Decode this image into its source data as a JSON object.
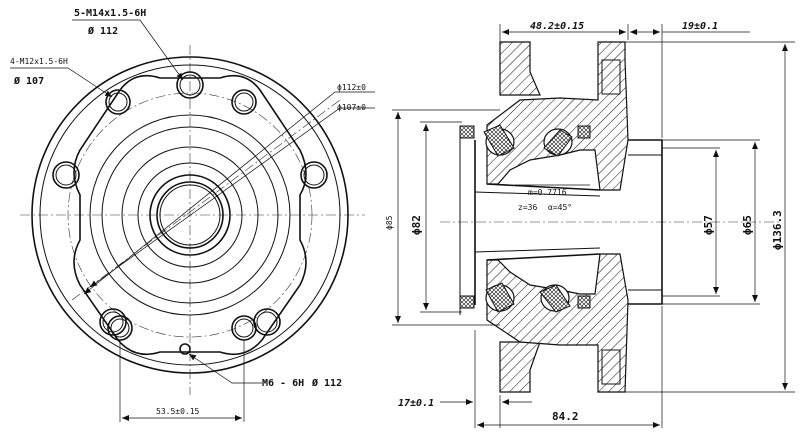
{
  "front_view": {
    "label_m14": "5-M14x1.5-6H",
    "label_d112_top": "Ø 112",
    "label_m12": "4-M12x1.5-6H",
    "label_d107": "Ø 107",
    "label_phi112": "ϕ112±0",
    "label_phi107": "ϕ107±0",
    "label_m6": "M6 - 6H",
    "label_d112_bottom": "Ø 112",
    "label_53": "53.5±0.15"
  },
  "section_view": {
    "dim_48": "48.2±0.15",
    "dim_19": "19±0.1",
    "dim_phi85": "ϕ85",
    "dim_phi82": "ϕ82",
    "gear_module": "m=0.7716",
    "gear_teeth": "z=36",
    "gear_angle": "α=45°",
    "dim_phi57": "ϕ57",
    "dim_phi65": "ϕ65",
    "dim_phi136": "ϕ136.3",
    "dim_17": "17±0.1",
    "dim_84": "84.2"
  }
}
